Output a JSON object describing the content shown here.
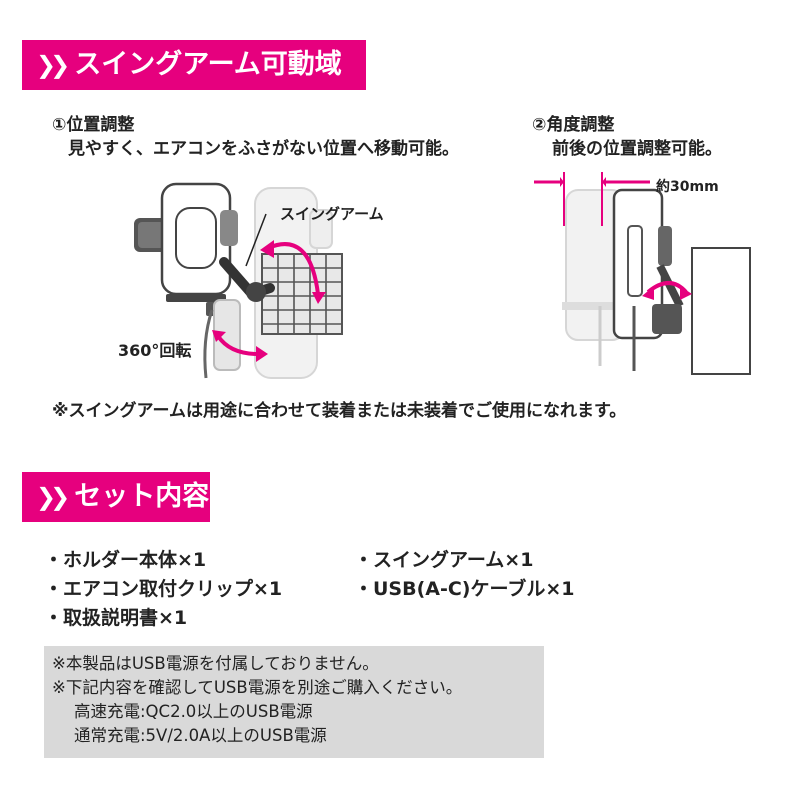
{
  "section1": {
    "heading": "スイングアーム可動域",
    "position": {
      "title": "①位置調整",
      "description": "見やすく、エアコンをふさがない位置へ移動可能。",
      "label_swing_arm": "スイングアーム",
      "label_rotation": "360°回転"
    },
    "angle": {
      "title": "②角度調整",
      "description": "前後の位置調整可能。",
      "label_distance": "約30mm"
    },
    "note": "※スイングアームは用途に合わせて装着または未装着でご使用になれます。"
  },
  "section2": {
    "heading": "セット内容",
    "items_left": [
      "・ホルダー本体×1",
      "・エアコン取付クリップ×1",
      "・取扱説明書×1"
    ],
    "items_right": [
      "・スイングアーム×1",
      "・USB(A-C)ケーブル×1"
    ]
  },
  "notice": {
    "lines": [
      "※本製品はUSB電源を付属しておりません。",
      "※下記内容を確認してUSB電源を別途ご購入ください。"
    ],
    "details": [
      "高速充電:QC2.0以上のUSB電源",
      "通常充電:5V/2.0A以上のUSB電源"
    ]
  },
  "colors": {
    "accent": "#e6007e",
    "notice_bg": "#d9d9d9"
  },
  "icons": {
    "heading_marker": "double-chevron-right-icon"
  }
}
